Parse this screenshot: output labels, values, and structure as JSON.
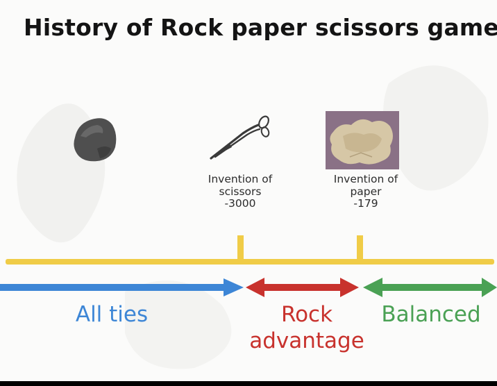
{
  "title": "History of Rock paper scissors games",
  "events": [
    {
      "name": "rock",
      "label_lines": []
    },
    {
      "name": "scissors",
      "label_lines": [
        "Invention of",
        "scissors",
        "-3000"
      ]
    },
    {
      "name": "paper",
      "label_lines": [
        "Invention of",
        "paper",
        "-179"
      ]
    }
  ],
  "periods": [
    {
      "name": "all-ties",
      "label": "All ties",
      "color": "#3d86d6"
    },
    {
      "name": "rock-advantage",
      "label": "Rock advantage",
      "label_lines": [
        "Rock",
        "advantage"
      ],
      "color": "#c8322d"
    },
    {
      "name": "balanced",
      "label": "Balanced",
      "color": "#4aa154"
    }
  ],
  "colors": {
    "timeline": "#f0cc47",
    "title": "#141414",
    "text": "#2c2c2c"
  }
}
